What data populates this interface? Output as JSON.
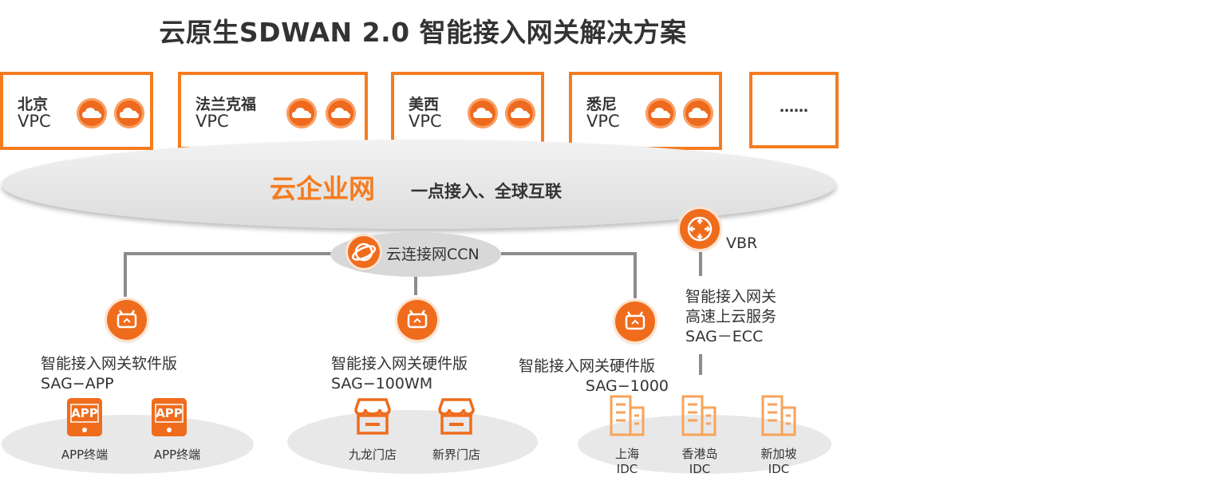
{
  "title": "云原生SDWAN 2.0 智能接入网关解决方案",
  "vpcs": [
    {
      "city": "北京",
      "type": "VPC"
    },
    {
      "city": "法兰克福",
      "type": "VPC"
    },
    {
      "city": "美西",
      "type": "VPC"
    },
    {
      "city": "悉尼",
      "type": "VPC"
    }
  ],
  "more_box": "……",
  "enterprise_net": {
    "name": "云企业网",
    "slogan": "一点接入、全球互联"
  },
  "ccn": {
    "label": "云连接网CCN"
  },
  "vbr": {
    "label": "VBR"
  },
  "ecc": {
    "line1": "智能接入网关",
    "line2": "高速上云服务",
    "line3": "SAG－ECC"
  },
  "sag_app": {
    "line1": "智能接入网关软件版",
    "line2": "SAG−APP"
  },
  "sag_100wm": {
    "line1": "智能接入网关硬件版",
    "line2": "SAG−100WM"
  },
  "sag_1000": {
    "line1": "智能接入网关硬件版",
    "line2": "SAG−1000"
  },
  "app_terminals": [
    {
      "badge": "APP",
      "label": "APP终端"
    },
    {
      "badge": "APP",
      "label": "APP终端"
    }
  ],
  "stores": [
    {
      "label": "九龙门店"
    },
    {
      "label": "新界门店"
    }
  ],
  "idcs": [
    {
      "city": "上海",
      "label": "IDC"
    },
    {
      "city": "香港岛",
      "label": "IDC"
    },
    {
      "city": "新加坡",
      "label": "IDC"
    }
  ],
  "colors": {
    "accent": "#f47c20",
    "icon": "#ef6c1d",
    "line": "#8c8c8c"
  }
}
